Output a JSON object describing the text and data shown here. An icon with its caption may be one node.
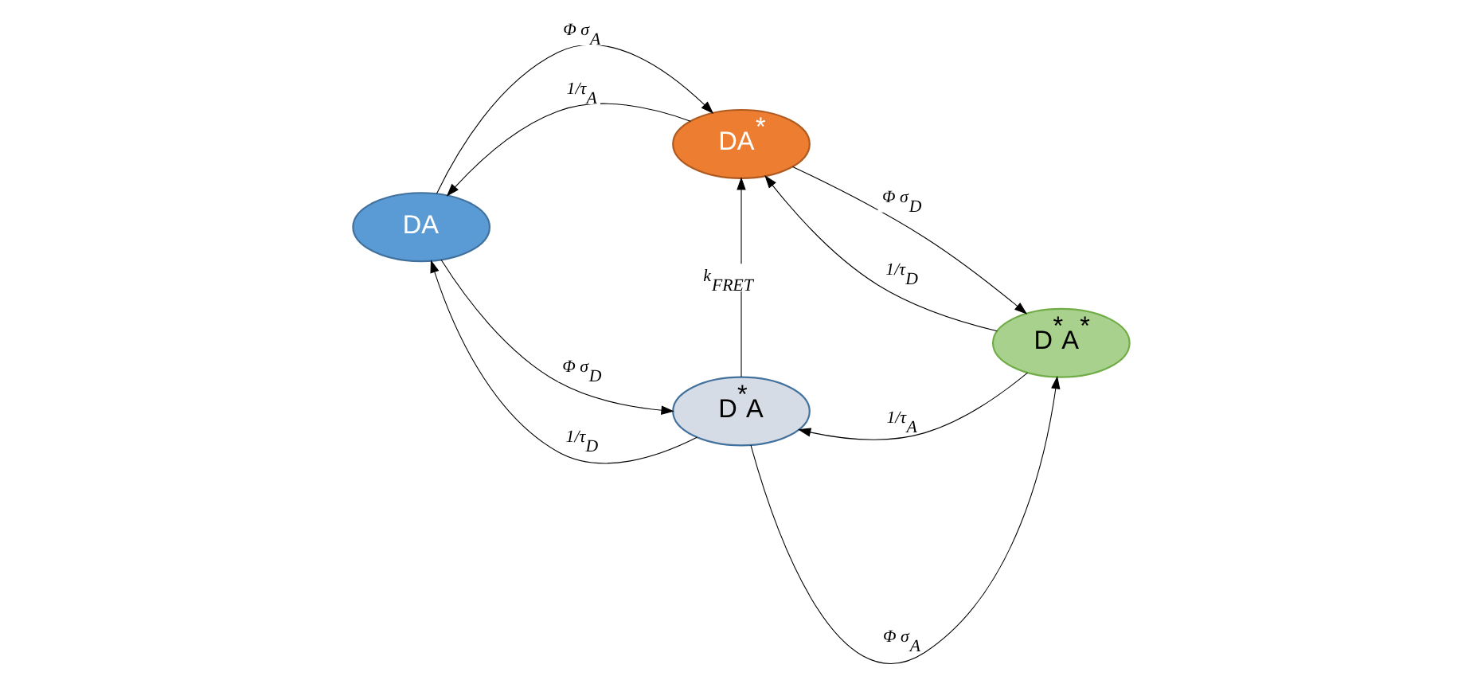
{
  "diagram": {
    "nodes": [
      {
        "text": [
          "DA$^{*}$"
        ]
      },
      {
        "text": [
          "DA"
        ]
      },
      {
        "text": [
          "D$^{*}$A$^{*}$"
        ]
      },
      {
        "text": [
          "D$^{*}$A"
        ]
      }
    ],
    "edges": [
      {
        "from": 0,
        "to": 1,
        "arrow": "to",
        "label": "1/τ$_{A}$"
      },
      {
        "from": 1,
        "to": 0,
        "arrow": "to",
        "label": "Φ σ$_{A}$"
      },
      {
        "from": 0,
        "to": 2,
        "arrow": "to",
        "label": "Φ σ$_{D}$"
      },
      {
        "from": 2,
        "to": 0,
        "arrow": "to",
        "label": "1/τ$_{D}$"
      },
      {
        "from": 3,
        "to": 0,
        "arrow": "to",
        "label": "k$_{FRET}$"
      },
      {
        "from": 1,
        "to": 3,
        "arrow": "to",
        "label": "Φ σ$_{D}$"
      },
      {
        "from": 3,
        "to": 1,
        "arrow": "to",
        "label": "1/τ$_{D}$"
      },
      {
        "from": 3,
        "to": 2,
        "arrow": "to",
        "label": "Φ σ$_{A}$"
      },
      {
        "from": 2,
        "to": 3,
        "arrow": "to",
        "label": "1/τ$_{A}$"
      }
    ]
  }
}
